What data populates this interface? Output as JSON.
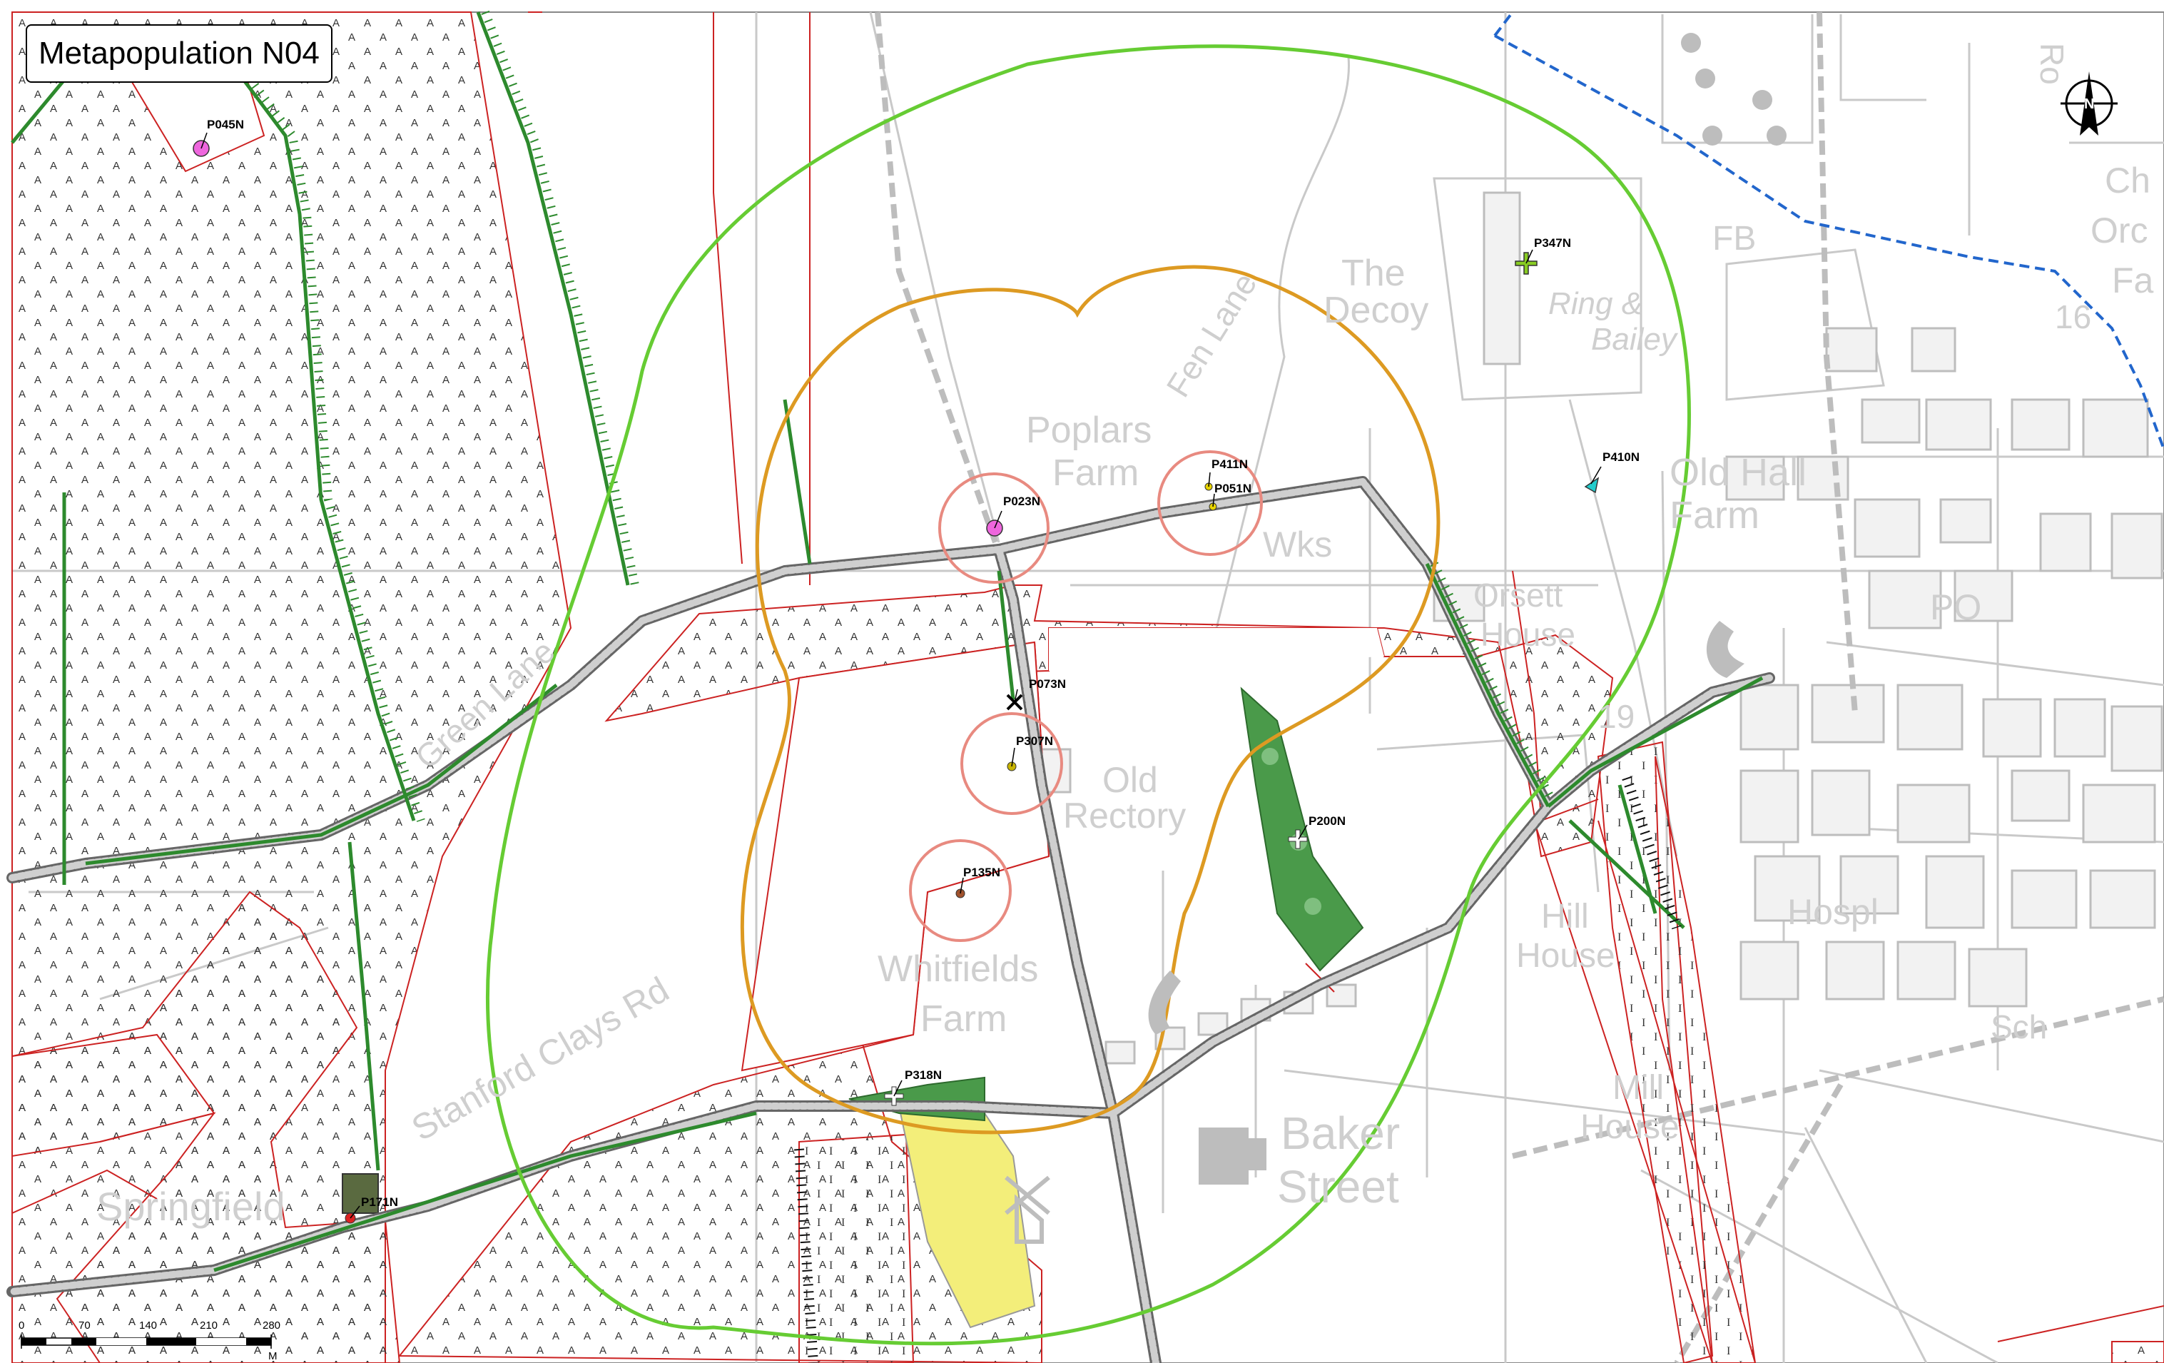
{
  "title": "Metapopulation N04",
  "north_arrow": {
    "letter": "N",
    "icon": "north-arrow-icon"
  },
  "scale_bar": {
    "ticks": [
      "0",
      "70",
      "140",
      "210",
      "280"
    ],
    "unit": "M"
  },
  "place_names": [
    {
      "name": "place-poplars-farm-1",
      "text": "Poplars"
    },
    {
      "name": "place-poplars-farm-2",
      "text": "Farm"
    },
    {
      "name": "place-the-decoy-1",
      "text": "The"
    },
    {
      "name": "place-the-decoy-2",
      "text": "Decoy"
    },
    {
      "name": "place-fen-lane",
      "text": "Fen Lane"
    },
    {
      "name": "place-wks",
      "text": "Wks"
    },
    {
      "name": "place-ring-bailey-1",
      "text": "Ring &"
    },
    {
      "name": "place-ring-bailey-2",
      "text": "Bailey"
    },
    {
      "name": "place-fb",
      "text": "FB"
    },
    {
      "name": "place-old-hall-1",
      "text": "Old Hall"
    },
    {
      "name": "place-old-hall-2",
      "text": "Farm"
    },
    {
      "name": "place-orsett-1",
      "text": "Orsett"
    },
    {
      "name": "place-orsett-2",
      "text": "House"
    },
    {
      "name": "place-old-rectory-1",
      "text": "Old"
    },
    {
      "name": "place-old-rectory-2",
      "text": "Rectory"
    },
    {
      "name": "place-whitfields-1",
      "text": "Whitfields"
    },
    {
      "name": "place-whitfields-2",
      "text": "Farm"
    },
    {
      "name": "place-green-lane",
      "text": "Green Lane"
    },
    {
      "name": "place-stanford-clays",
      "text": "Stanford Clays Rd"
    },
    {
      "name": "place-springfield",
      "text": "Springfield"
    },
    {
      "name": "place-hill-house-1",
      "text": "Hill"
    },
    {
      "name": "place-hill-house-2",
      "text": "House"
    },
    {
      "name": "place-mill-house-1",
      "text": "Mill"
    },
    {
      "name": "place-mill-house-2",
      "text": "House"
    },
    {
      "name": "place-baker-street-1",
      "text": "Baker"
    },
    {
      "name": "place-baker-street-2",
      "text": "Street"
    },
    {
      "name": "place-po",
      "text": "PO"
    },
    {
      "name": "place-hospl",
      "text": "Hospl"
    },
    {
      "name": "place-sch",
      "text": "Sch"
    },
    {
      "name": "place-ch",
      "text": "Ch"
    },
    {
      "name": "place-orc",
      "text": "Orc"
    },
    {
      "name": "place-fa",
      "text": "Fa"
    },
    {
      "name": "place-16",
      "text": "16"
    },
    {
      "name": "place-19",
      "text": "19"
    },
    {
      "name": "place-road",
      "text": "Ro"
    }
  ],
  "ponds": [
    {
      "id": "P045N",
      "symbol": "circle",
      "color": "#ee66dd"
    },
    {
      "id": "P023N",
      "symbol": "circle",
      "color": "#ee66dd"
    },
    {
      "id": "P411N",
      "symbol": "dot",
      "color": "#e8d400"
    },
    {
      "id": "P051N",
      "symbol": "dot",
      "color": "#e8d400"
    },
    {
      "id": "P347N",
      "symbol": "cross",
      "color": "#88cc22"
    },
    {
      "id": "P410N",
      "symbol": "triangle",
      "color": "#22cccc"
    },
    {
      "id": "P073N",
      "symbol": "x",
      "color": "#000000"
    },
    {
      "id": "P307N",
      "symbol": "dot",
      "color": "#c8b400"
    },
    {
      "id": "P135N",
      "symbol": "dot",
      "color": "#a0522d"
    },
    {
      "id": "P200N",
      "symbol": "cross",
      "color": "#ffffff"
    },
    {
      "id": "P318N",
      "symbol": "cross",
      "color": "#ffffff"
    },
    {
      "id": "P171N",
      "symbol": "circle",
      "color": "#dd2222"
    }
  ],
  "colors": {
    "buffer_250m": "#66cc33",
    "buffer_500m": "#dd9a22",
    "pond_buffer": "#e88a80",
    "hedgerow": "#2d8a2d",
    "boundary_red": "#cc2222",
    "county_line": "#2266cc",
    "woodland": "#4a9a4a"
  }
}
